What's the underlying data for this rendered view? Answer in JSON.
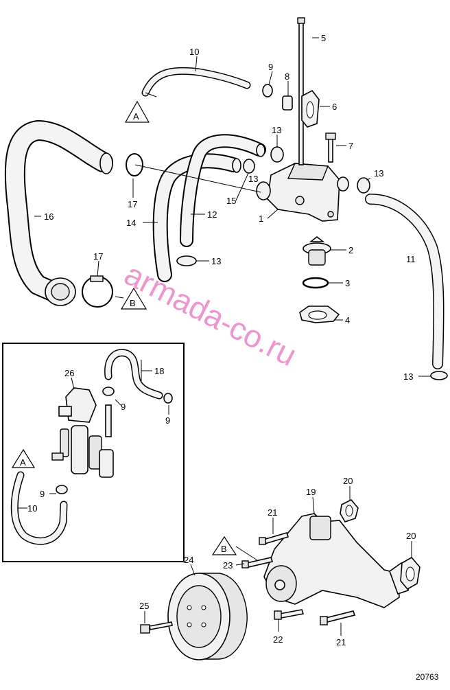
{
  "diagram": {
    "drawing_number": "20763",
    "watermark": "armada-co.ru",
    "part_labels": {
      "p1": "1",
      "p2": "2",
      "p3": "3",
      "p4": "4",
      "p5": "5",
      "p6": "6",
      "p7": "7",
      "p8": "8",
      "p9a": "9",
      "p9b": "9",
      "p9c": "9",
      "p9d": "9",
      "p10a": "10",
      "p10b": "10",
      "p11": "11",
      "p12": "12",
      "p13a": "13",
      "p13b": "13",
      "p13c": "13",
      "p13d": "13",
      "p13e": "13",
      "p14": "14",
      "p15": "15",
      "p16": "16",
      "p17a": "17",
      "p17b": "17",
      "p18": "18",
      "p19": "19",
      "p20a": "20",
      "p20b": "20",
      "p21a": "21",
      "p21b": "21",
      "p22": "22",
      "p23": "23",
      "p24": "24",
      "p25": "25",
      "p26": "26"
    },
    "references": {
      "A1": "A",
      "A2": "A",
      "B1": "B",
      "B2": "B"
    }
  }
}
